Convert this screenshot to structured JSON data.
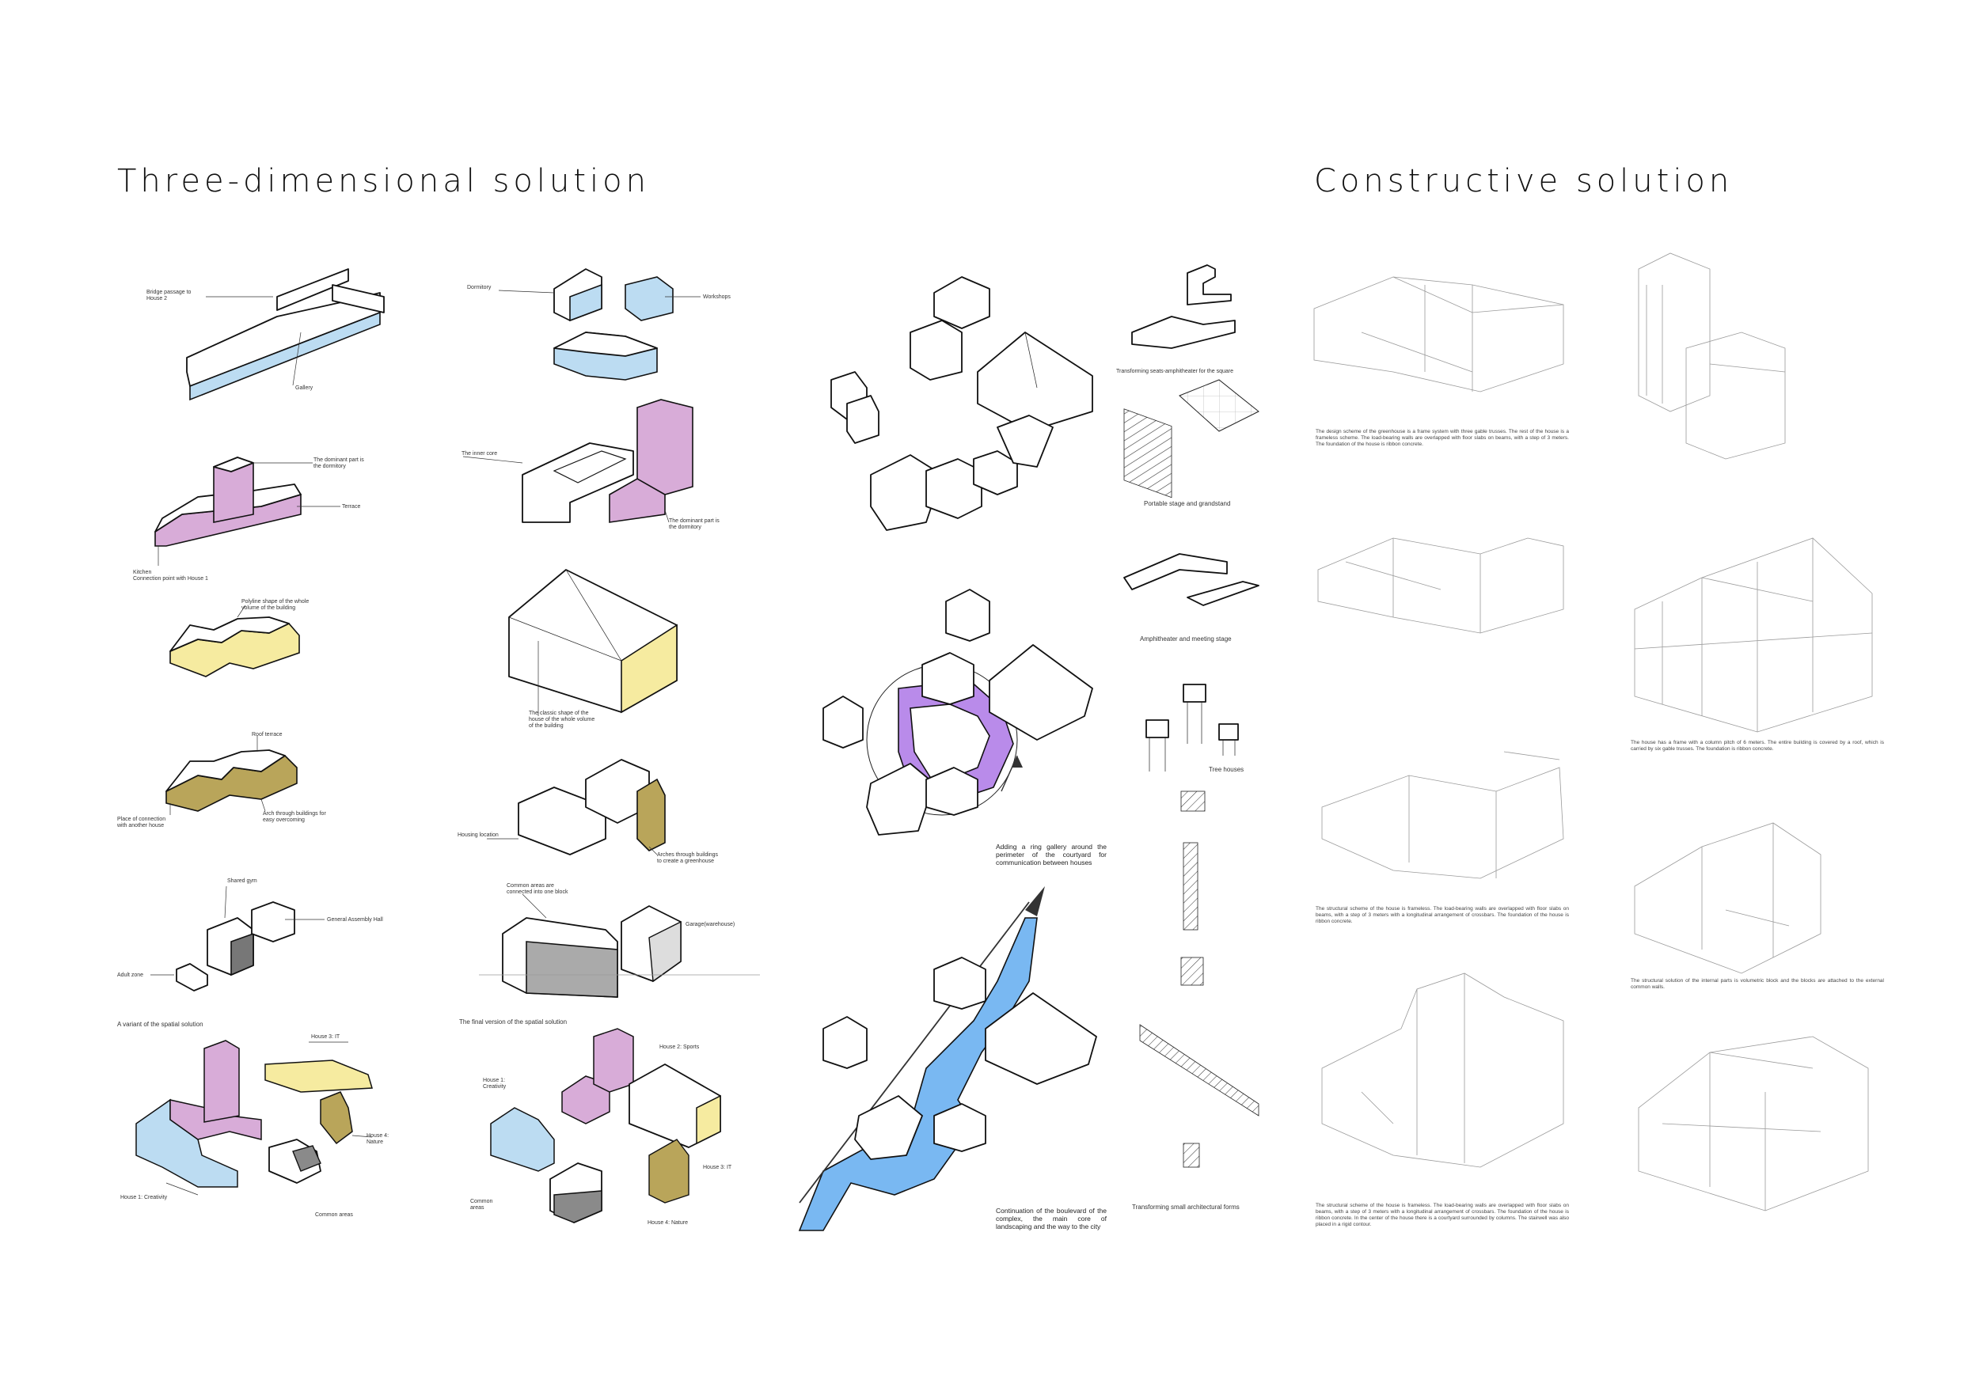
{
  "titles": {
    "three_dimensional": "Three-dimensional solution",
    "constructive": "Constructive solution"
  },
  "colors": {
    "blue": "#bcdcf2",
    "purple": "#d8acd8",
    "yellow": "#f6eba0",
    "olive": "#b9a55a",
    "gray": "#8a8a8a",
    "violet_ring": "#b98bea",
    "river_blue": "#79b8f2"
  },
  "col1": {
    "bridge": "Bridge passage to\nHouse 2",
    "gallery": "Gallery",
    "dominant": "The dominant part is\nthe dormitory",
    "terrace": "Terrace",
    "kitchen": "Kitchen\nConnection point with House 1",
    "polyline": "Polyline shape of the whole\nvolume of the building",
    "roof_terrace": "Roof terrace",
    "place_connection": "Place of connection\nwith another house",
    "arch": "Arch through buildings for\neasy overcoming",
    "shared_gym": "Shared gym",
    "assembly": "General Assembly Hall",
    "adult": "Adult zone",
    "variant": "A variant of the spatial solution",
    "house3": "House 3: IT",
    "house4": "House 4:\nNature",
    "house1": "House 1: Creativity",
    "common": "Common areas"
  },
  "col2": {
    "dormitory": "Dormitory",
    "workshops": "Workshops",
    "inner_core": "The inner core",
    "dominant": "The dominant part is\nthe dormitory",
    "classic": "The classic shape of the\nhouse of the whole volume\nof the building",
    "housing": "Housing location",
    "arches": "Arches through buildings\nto create a greenhouse",
    "common_block": "Common areas are\nconnected into one block",
    "garage": "Garage(warehouse)",
    "final": "The final version of the spatial solution",
    "house2": "House 2: Sports",
    "house1": "House 1:\nCreativity",
    "house3": "House 3: IT",
    "common": "Common\nareas",
    "house4": "House 4: Nature"
  },
  "col3": {
    "ring": "Adding a ring gallery around the perimeter of the courtyard for communication between houses",
    "boulevard": "Continuation of the boulevard of the complex, the main core of landscaping and the way to the city"
  },
  "col4": {
    "amph_square": "Transforming seats-amphitheater for the square",
    "portable": "Portable stage and grandstand",
    "amph_meeting": "Amphitheater and meeting stage",
    "tree": "Tree houses",
    "small_forms": "Transforming small architectural forms"
  },
  "constructive": {
    "p1": "The design scheme of the greenhouse is a frame system with three gable trusses. The rest of the house is a frameless scheme. The load-bearing walls are overlapped with floor slabs on beams, with a step of 3 meters. The foundation of the house is ribbon concrete.",
    "p2": "The house has a frame with a column pitch of 6 meters. The entire building is covered by a roof, which is carried by six gable trusses. The foundation is ribbon concrete.",
    "p3": "The structural scheme of the house is frameless. The load-bearing walls are overlapped with floor slabs on beams, with a step of 3 meters with a longitudinal arrangement of crossbars. The foundation of the house is ribbon concrete.",
    "p4": "The structural solution of the internal parts is volumetric block and the blocks are attached to the external common walls.",
    "p5": "The structural scheme of the house is frameless. The load-bearing walls are overlapped with floor slabs on beams, with a step of 3 meters with a longitudinal arrangement of crossbars. The foundation of the house is ribbon concrete. In the center of the house there is a courtyard surrounded by columns. The stairwell was also placed in a rigid contour."
  }
}
